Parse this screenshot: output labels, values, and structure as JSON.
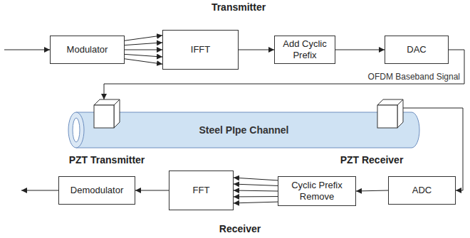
{
  "diagram": {
    "nodes": [
      {
        "text": [
          "Modulator"
        ]
      },
      {
        "text": [
          "IFFT"
        ]
      },
      {
        "text": [
          "Add Cyclic Prefix"
        ]
      },
      {
        "text": [
          "DAC"
        ]
      },
      {
        "text": [
          "PZT Transmitter"
        ]
      },
      {
        "text": [
          "Steel PIpe Channel"
        ]
      },
      {
        "text": [
          "PZT Receiver"
        ]
      },
      {
        "text": [
          "Demodulator"
        ]
      },
      {
        "text": [
          "FFT"
        ]
      },
      {
        "text": [
          "Cyclic Prefix Remove"
        ]
      },
      {
        "text": [
          "ADC"
        ]
      }
    ],
    "edges": [
      {
        "from": 0,
        "to": 1,
        "arrow": "to"
      },
      {
        "from": 0,
        "to": 1,
        "arrow": "to"
      },
      {
        "from": 0,
        "to": 1,
        "arrow": "to"
      },
      {
        "from": 0,
        "to": 1,
        "arrow": "to"
      },
      {
        "from": 0,
        "to": 1,
        "arrow": "to"
      },
      {
        "from": 1,
        "to": 2,
        "arrow": "to"
      },
      {
        "from": 2,
        "to": 3,
        "arrow": "to"
      },
      {
        "from": 3,
        "to": 4,
        "label": "OFDM Baseband Signal",
        "arrow": "to"
      },
      {
        "from": 6,
        "to": 10,
        "arrow": "to"
      },
      {
        "from": 10,
        "to": 9,
        "arrow": "to"
      },
      {
        "from": 9,
        "to": 8,
        "arrow": "to"
      },
      {
        "from": 9,
        "to": 8,
        "arrow": "to"
      },
      {
        "from": 9,
        "to": 8,
        "arrow": "to"
      },
      {
        "from": 9,
        "to": 8,
        "arrow": "to"
      },
      {
        "from": 9,
        "to": 8,
        "arrow": "to"
      },
      {
        "from": 8,
        "to": 7,
        "arrow": "to"
      }
    ],
    "labels": [
      "Transmitter",
      "Receiver"
    ]
  }
}
